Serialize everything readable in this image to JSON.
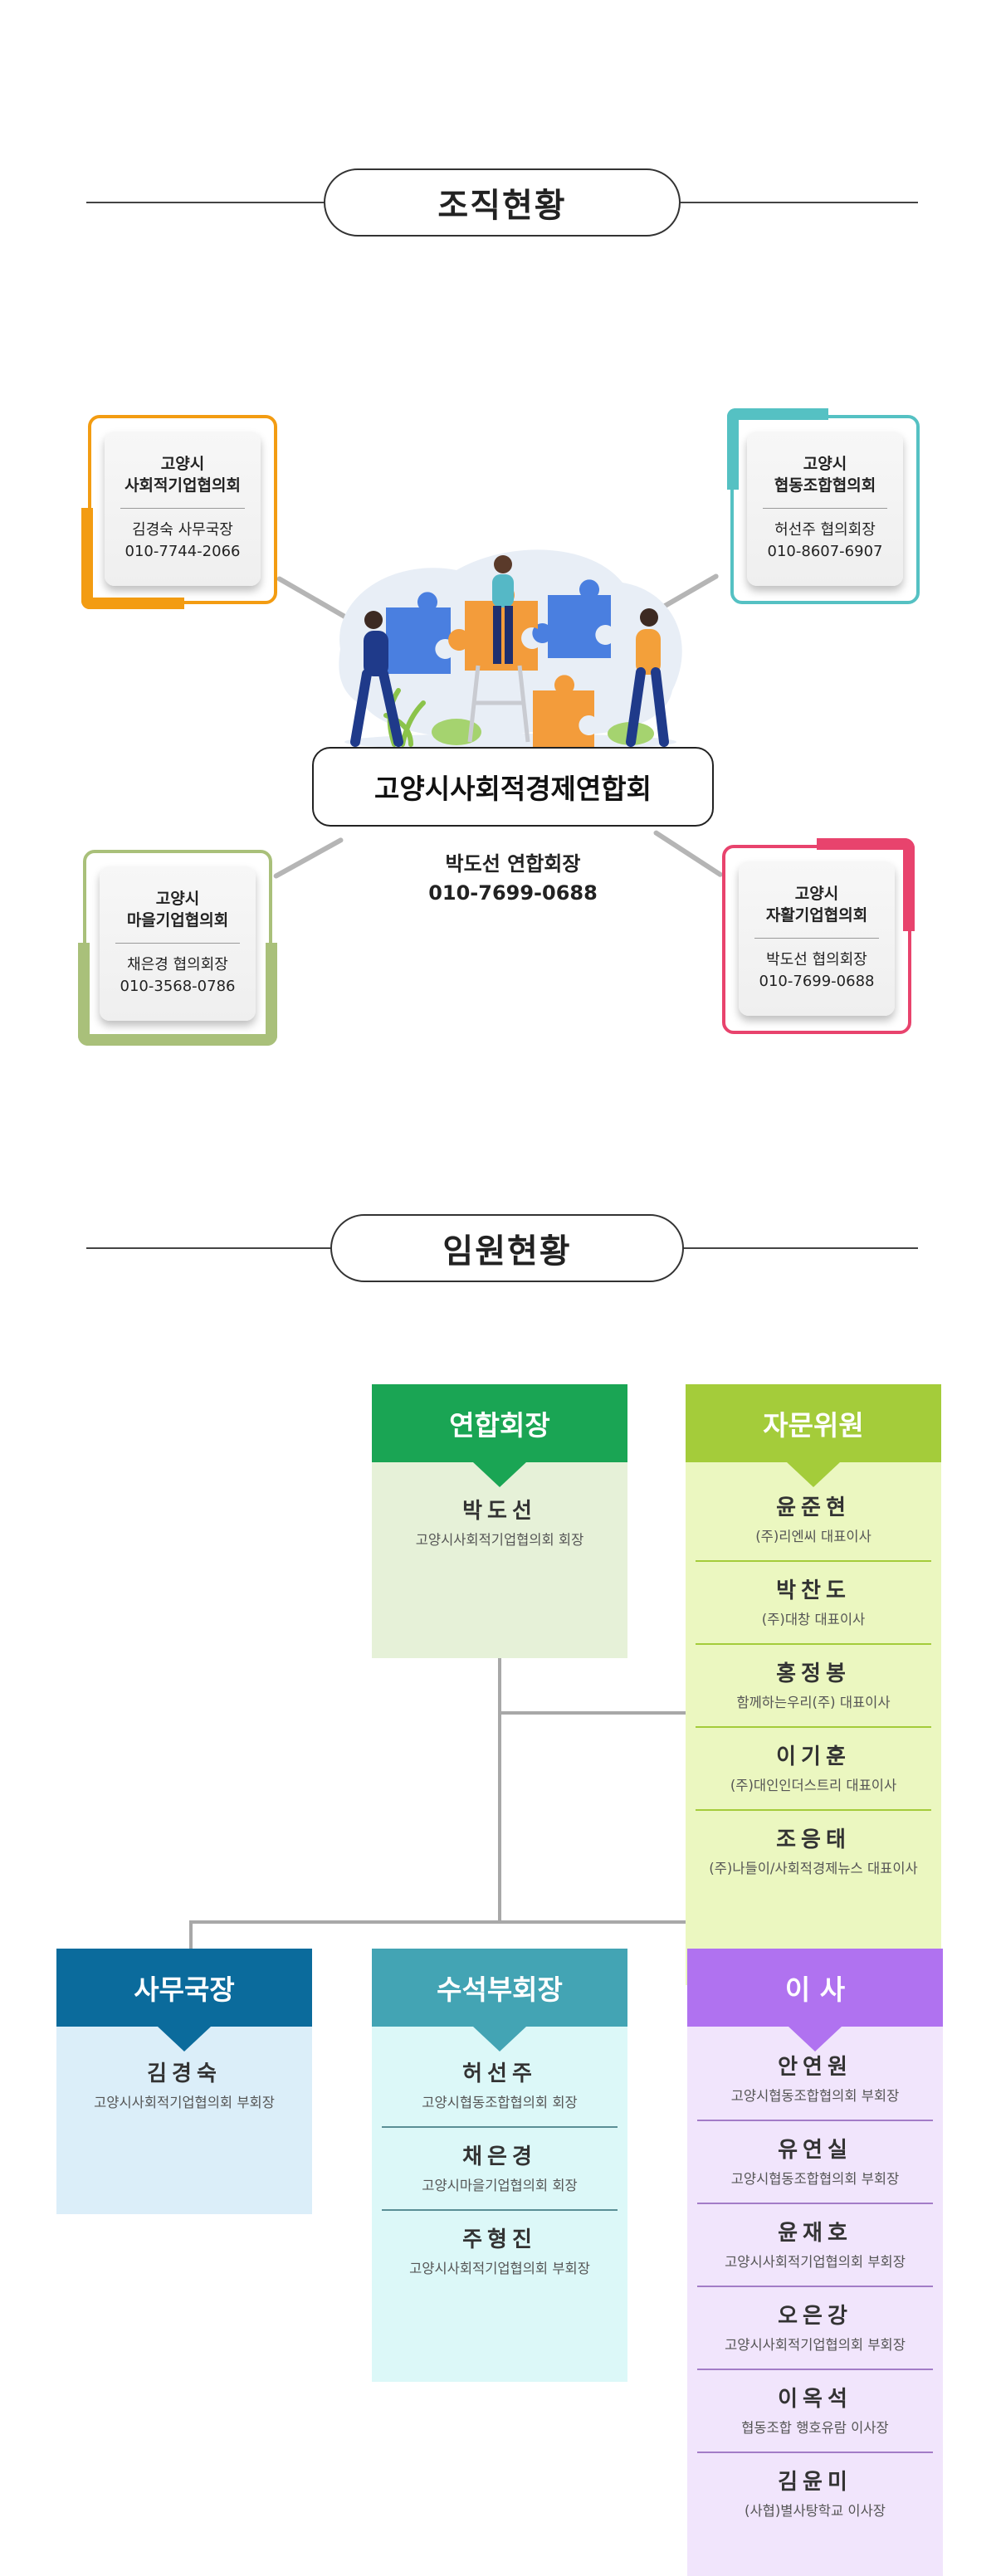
{
  "sections": {
    "organization": "조직현황",
    "officers": "임원현황"
  },
  "organization": {
    "center": {
      "name": "고양시사회적경제연합회",
      "person": "박도선 연합회장",
      "phone": "010-7699-0688"
    },
    "members": [
      {
        "line1": "고양시",
        "line2": "사회적기업협의회",
        "person": "김경숙 사무국장",
        "phone": "010-7744-2066",
        "color": "#f39c12"
      },
      {
        "line1": "고양시",
        "line2": "협동조합협의회",
        "person": "허선주 협의회장",
        "phone": "010-8607-6907",
        "color": "#55c1c3"
      },
      {
        "line1": "고양시",
        "line2": "마을기업협의회",
        "person": "채은경 협의회장",
        "phone": "010-3568-0786",
        "color": "#a9c07a"
      },
      {
        "line1": "고양시",
        "line2": "자활기업협의회",
        "person": "박도선 협의회장",
        "phone": "010-7699-0688",
        "color": "#e8436d"
      }
    ]
  },
  "officers": {
    "chair": {
      "title": "연합회장",
      "head_color": "#1aa554",
      "body_color": "#e6f1d8",
      "members": [
        {
          "name": "박도선",
          "role": "고양시사회적기업협의회 회장"
        }
      ]
    },
    "advisors": {
      "title": "자문위원",
      "head_color": "#a4cc3a",
      "body_color": "#ebf7c0",
      "sep_color": "#a4cc3a",
      "members": [
        {
          "name": "윤준현",
          "role": "(주)리엔씨 대표이사"
        },
        {
          "name": "박찬도",
          "role": "(주)대창 대표이사"
        },
        {
          "name": "홍정봉",
          "role": "함께하는우리(주) 대표이사"
        },
        {
          "name": "이기훈",
          "role": "(주)대인인더스트리 대표이사"
        },
        {
          "name": "조응태",
          "role": "(주)나들이/사회적경제뉴스 대표이사"
        }
      ]
    },
    "secretary": {
      "title": "사무국장",
      "head_color": "#0b6b9c",
      "body_color": "#dbeef9",
      "members": [
        {
          "name": "김경숙",
          "role": "고양시사회적기업협의회 부회장"
        }
      ]
    },
    "vice": {
      "title": "수석부회장",
      "head_color": "#43a4b4",
      "body_color": "#dcf8f8",
      "sep_color": "#5a8f96",
      "members": [
        {
          "name": "허선주",
          "role": "고양시협동조합협의회 회장"
        },
        {
          "name": "채은경",
          "role": "고양시마을기업협의회 회장"
        },
        {
          "name": "주형진",
          "role": "고양시사회적기업협의회 부회장"
        }
      ]
    },
    "directors": {
      "title": "이 사",
      "head_color": "#b072f0",
      "body_color": "#f1e5fc",
      "sep_color": "#a37cc7",
      "members": [
        {
          "name": "안연원",
          "role": "고양시협동조합협의회 부회장"
        },
        {
          "name": "유연실",
          "role": "고양시협동조합협의회 부회장"
        },
        {
          "name": "윤재호",
          "role": "고양시사회적기업협의회 부회장"
        },
        {
          "name": "오은강",
          "role": "고양시사회적기업협의회 부회장"
        },
        {
          "name": "이옥석",
          "role": "협동조합 행호유람 이사장"
        },
        {
          "name": "김윤미",
          "role": "(사협)별사탕학교 이사장"
        }
      ]
    }
  }
}
